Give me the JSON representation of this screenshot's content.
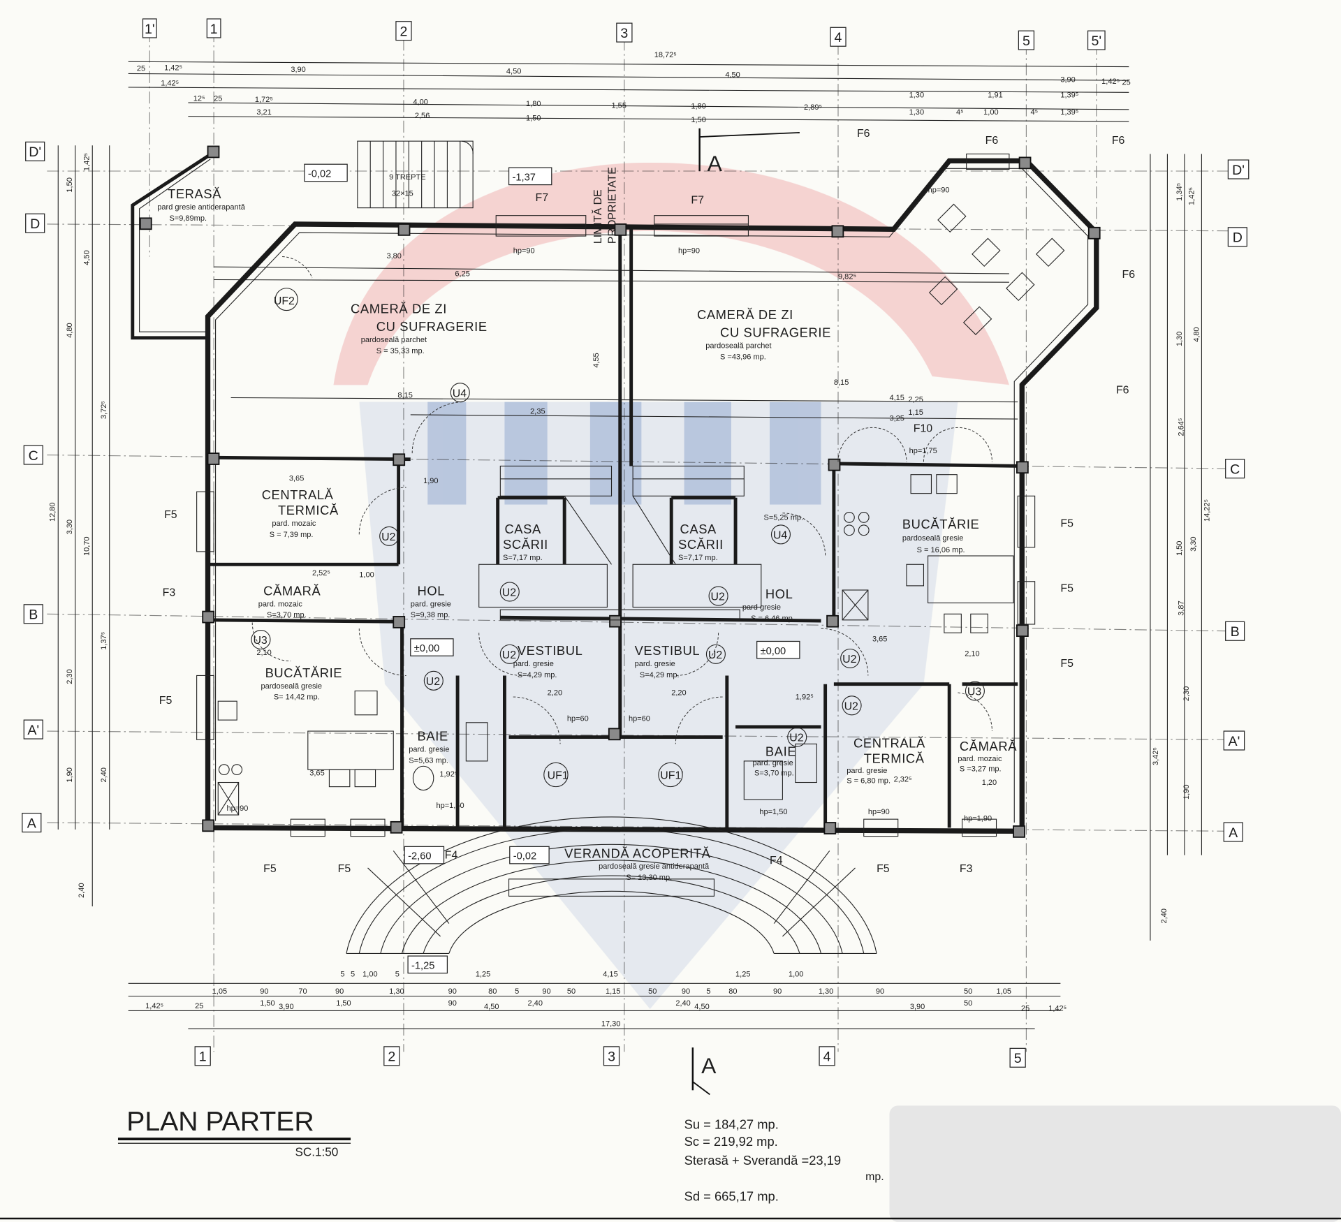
{
  "title": "PLAN PARTER",
  "scale": "SC.1:50",
  "stats": {
    "su": "Su = 184,27 mp.",
    "sc": "Sc = 219,92 mp.",
    "sts": "Sterasă + Sverandă =23,19",
    "sts_unit": "mp.",
    "sd": "Sd = 665,17 mp."
  },
  "grid_axes": {
    "columns": [
      "1'",
      "1",
      "2",
      "3",
      "4",
      "5",
      "5'"
    ],
    "columns_bottom": [
      "1",
      "2",
      "3",
      "4",
      "5"
    ],
    "rows_left": [
      "D'",
      "D",
      "C",
      "B",
      "A'",
      "A"
    ],
    "rows_right": [
      "D'",
      "D",
      "C",
      "B",
      "A'",
      "A"
    ]
  },
  "section_marker": "A",
  "property_limit": [
    "LIMITĂ DE",
    "PROPRIETATE"
  ],
  "stair_note": [
    "9 TREPTE",
    "32×15"
  ],
  "rooms": [
    {
      "name": [
        "TERASĂ"
      ],
      "floor": "pard gresie antiderapantă",
      "area": "S=9,89mp."
    },
    {
      "name": [
        "CAMERĂ DE ZI",
        "CU SUFRAGERIE"
      ],
      "floor": "pardoseală parchet",
      "area": "S = 35,33 mp."
    },
    {
      "name": [
        "CAMERĂ DE ZI",
        "CU SUFRAGERIE"
      ],
      "floor": "pardoseală parchet",
      "area": "S =43,96 mp."
    },
    {
      "name": [
        "CENTRALĂ",
        "TERMICĂ"
      ],
      "floor": "pard. mozaic",
      "area": "S = 7,39 mp."
    },
    {
      "name": [
        "CASA",
        "SCĂRII"
      ],
      "floor": "",
      "area": "S=7,17 mp."
    },
    {
      "name": [
        "CASA",
        "SCĂRII"
      ],
      "floor": "",
      "area": "S=7,17 mp."
    },
    {
      "name": [
        "BUCĂTĂRIE"
      ],
      "floor": "pardoseală gresie",
      "area": "S = 16,06 mp."
    },
    {
      "name": [
        "CĂMARĂ"
      ],
      "floor": "pard. mozaic",
      "area": "S=3,70 mp."
    },
    {
      "name": [
        "HOL"
      ],
      "floor": "pard. gresie",
      "area": "S=9,38 mp."
    },
    {
      "name": [
        "HOL"
      ],
      "floor": "pard gresie",
      "area": "S = 6,46 mp."
    },
    {
      "name": [
        "VESTIBUL"
      ],
      "floor": "pard. gresie",
      "area": "S=4,29 mp."
    },
    {
      "name": [
        "VESTIBUL"
      ],
      "floor": "pard. gresie",
      "area": "S=4,29 mp."
    },
    {
      "name": [
        "BUCĂTĂRIE"
      ],
      "floor": "pardoseală gresie",
      "area": "S= 14,42 mp."
    },
    {
      "name": [
        "BAIE"
      ],
      "floor": "pard. gresie",
      "area": "S=5,63 mp."
    },
    {
      "name": [
        "BAIE"
      ],
      "floor": "pard. gresie",
      "area": "S=3,70 mp."
    },
    {
      "name": [
        "CENTRALĂ",
        "TERMICĂ"
      ],
      "floor": "pard. gresie",
      "area": "S = 6,80 mp."
    },
    {
      "name": [
        "CĂMARĂ"
      ],
      "floor": "pard. mozaic",
      "area": "S =3,27 mp."
    },
    {
      "name": [
        "VERANDĂ ACOPERITĂ"
      ],
      "floor": "pardoseală gresie antiderapantă",
      "area": "S= 13,30 mp."
    }
  ],
  "extra_area": "S=5,25 mp.",
  "levels": [
    "-0,02",
    "-1,37",
    "±0,00",
    "±0,00",
    "-2,60",
    "-0,02",
    "-1,25"
  ],
  "openings": {
    "F7": "F7",
    "F6": "F6",
    "F5": "F5",
    "F3": "F3",
    "F4": "F4",
    "F10": "F10",
    "UF1": "UF1",
    "UF1p": "UF1'",
    "UF2": "UF2",
    "U2": "U2",
    "U3": "U3",
    "U4": "U4",
    "hp90": "hp=90",
    "hp60": "hp=60",
    "hp175": "hp=1,75",
    "hp150": "hp=1,50",
    "hp190": "hp=1,90"
  },
  "dims": {
    "top_total": "18,72⁵",
    "top_row1": [
      "25",
      "1,42⁵",
      "3,90",
      "4,50",
      "4,50",
      "3,90",
      "1,42⁵",
      "25"
    ],
    "top_row2": [
      "1,42⁵"
    ],
    "top_row3": [
      "12⁵",
      "25",
      "1,72⁵",
      "4,00",
      "1,80",
      "1,55",
      "1,80",
      "2,89⁵",
      "1,30",
      "1,91",
      "1,39⁵"
    ],
    "top_row4": [
      "3,21",
      "2,56",
      "1,50",
      "1,50",
      "1,30",
      "4⁵",
      "1,00",
      "4⁵",
      "1,39⁵"
    ],
    "bottom_row1": [
      "5",
      "5",
      "1,00",
      "5",
      "1,25",
      "4,15",
      "1,25",
      "1,00"
    ],
    "bottom_row2": [
      "1,05",
      "90",
      "70",
      "90",
      "1,30",
      "90",
      "80",
      "5",
      "90",
      "50",
      "1,15",
      "50",
      "90",
      "5",
      "80",
      "90",
      "1,30",
      "90",
      "50",
      "1,05"
    ],
    "bottom_row3": [
      "1,42⁵",
      "25",
      "1,50",
      "3,90",
      "1,50",
      "90",
      "4,50",
      "2,40",
      "2,40",
      "4,50",
      "3,90",
      "50",
      "25",
      "1,42⁵"
    ],
    "bottom_total": "17,30",
    "left": [
      "1,50",
      "1,42⁵",
      "4,50",
      "4,80",
      "3,72⁵",
      "12,80",
      "10,70",
      "3,30",
      "1,37⁵",
      "2,30",
      "1,90",
      "2,40",
      "2,40"
    ],
    "right": [
      "1,34⁵",
      "1,42⁵",
      "4,80",
      "1,30",
      "2,64⁵",
      "14,22⁵",
      "3,30",
      "1,50",
      "3,87",
      "2,30",
      "3,42⁵",
      "1,90",
      "2,40"
    ],
    "interior": [
      "3,80",
      "6,25",
      "9,82⁵",
      "8,15",
      "8,15",
      "2,35",
      "4,15",
      "3,25",
      "2,25",
      "1,15",
      "3,65",
      "2,52⁵",
      "1,00",
      "1,90",
      "2,20",
      "2,20",
      "1,92⁵",
      "1,92⁵",
      "3,65",
      "3,65",
      "4,55",
      "2,10",
      "2,10",
      "2,32⁵",
      "1,20"
    ]
  },
  "colors": {
    "ink": "#1a1a1a",
    "paper": "#fbfbf7",
    "watermark_red": "#e0454f",
    "watermark_blue": "#4a6fb5",
    "redacted": "#e6e6e6"
  }
}
